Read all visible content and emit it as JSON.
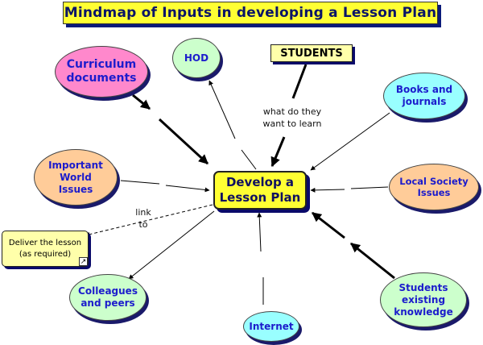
{
  "title": "Mindmap of Inputs in developing a Lesson Plan",
  "center_node": {
    "line1": "Develop a",
    "line2": "Lesson Plan"
  },
  "nodes": {
    "curriculum": {
      "line1": "Curriculum",
      "line2": "documents",
      "color": "#ff88cc"
    },
    "hod": {
      "line1": "HOD",
      "color": "#ccffcc"
    },
    "students": {
      "line1": "STUDENTS",
      "color": "#ffffaa"
    },
    "books": {
      "line1": "Books and",
      "line2": "journals",
      "color": "#99ffff"
    },
    "world": {
      "line1": "Important",
      "line2": "World",
      "line3": "Issues",
      "color": "#ffcc99"
    },
    "local": {
      "line1": "Local Society",
      "line2": "Issues",
      "color": "#ffcc99"
    },
    "colleagues": {
      "line1": "Colleagues",
      "line2": "and peers",
      "color": "#ccffcc"
    },
    "internet": {
      "line1": "Internet",
      "color": "#99ffff"
    },
    "knowledge": {
      "line1": "Students",
      "line2": "existing",
      "line3": "knowledge",
      "color": "#ccffcc"
    },
    "deliver": {
      "line1": "Deliver the lesson",
      "line2": "(as required)",
      "color": "#ffffaa"
    }
  },
  "edge_labels": {
    "students": {
      "line1": "what do they",
      "line2": "want to learn"
    },
    "link": {
      "line1": "link",
      "line2": "to"
    }
  },
  "colors": {
    "title_bg": "#ffff33",
    "title_text": "#0a1468",
    "node_text": "#1c1ccc",
    "shadow": "#1a1a6a"
  }
}
